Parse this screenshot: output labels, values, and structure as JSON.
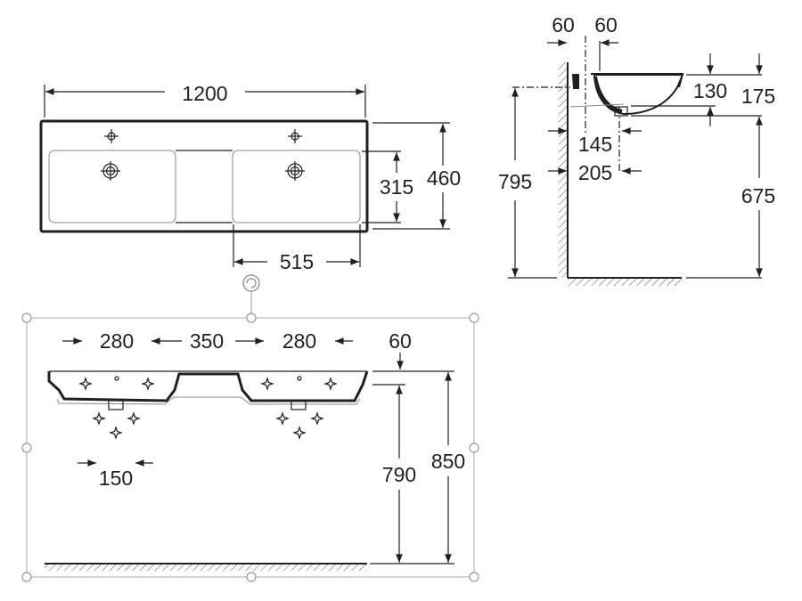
{
  "top_view": {
    "width": "1200",
    "depth": "460",
    "basin_depth": "315",
    "basin_width": "515"
  },
  "side_view": {
    "wall_offset_left": "60",
    "wall_offset_right": "60",
    "height_total": "795",
    "bowl_depth": "130",
    "overall_depth": "175",
    "waste_offset_1": "145",
    "waste_offset_2": "205",
    "height_floor": "675"
  },
  "front_view": {
    "spacing_left": "280",
    "spacing_center": "350",
    "spacing_right": "280",
    "rim": "60",
    "waste_spacing": "150",
    "height_790": "790",
    "height_850": "850"
  }
}
